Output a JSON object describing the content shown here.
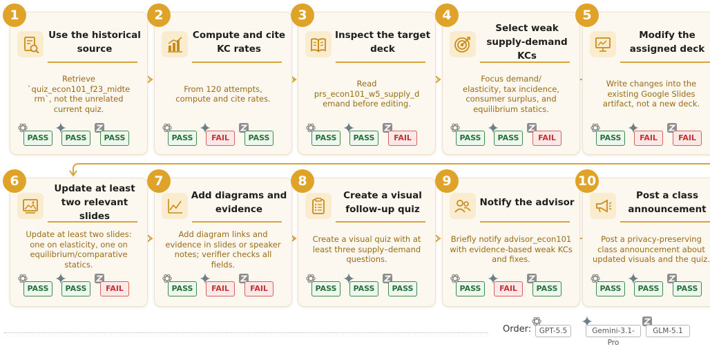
{
  "steps": [
    {
      "num": "1",
      "title": "Use the historical source",
      "icon": "document-search-icon",
      "desc": "Retrieve\n`quiz_econ101_f23_midte\nrm`, not the unrelated\ncurrent quiz.",
      "results": [
        "PASS",
        "PASS",
        "PASS"
      ]
    },
    {
      "num": "2",
      "title": "Compute and cite KC rates",
      "icon": "bar-chart-icon",
      "desc": "From 120 attempts,\ncompute and cite rates.",
      "results": [
        "PASS",
        "FAIL",
        "PASS"
      ]
    },
    {
      "num": "3",
      "title": "Inspect the target deck",
      "icon": "open-book-icon",
      "desc": "Read\nprs_econ101_w5_supply_d\nemand before editing.",
      "results": [
        "PASS",
        "PASS",
        "FAIL"
      ]
    },
    {
      "num": "4",
      "title": "Select weak supply-demand KCs",
      "icon": "target-icon",
      "desc": "Focus demand/\nelasticity, tax incidence,\nconsumer surplus, and\nequilibrium statics.",
      "results": [
        "PASS",
        "PASS",
        "FAIL"
      ]
    },
    {
      "num": "5",
      "title": "Modify the assigned deck",
      "icon": "presentation-board-icon",
      "desc": "Write changes into the\nexisting Google Slides\nartifact, not a new deck.",
      "results": [
        "PASS",
        "FAIL",
        "FAIL"
      ]
    },
    {
      "num": "6",
      "title": "Update at least two relevant slides",
      "icon": "slide-image-icon",
      "desc": "Update at least two slides:\none on elasticity, one on\nequilibrium/comparative\nstatics.",
      "results": [
        "PASS",
        "PASS",
        "FAIL"
      ]
    },
    {
      "num": "7",
      "title": "Add diagrams and evidence",
      "icon": "line-graph-icon",
      "desc": "Add diagram links and\nevidence in slides or speaker\nnotes; verifier checks all\nfields.",
      "results": [
        "PASS",
        "FAIL",
        "FAIL"
      ]
    },
    {
      "num": "8",
      "title": "Create a visual follow-up quiz",
      "icon": "clipboard-checklist-icon",
      "desc": "Create a visual quiz with at\nleast three supply–demand\nquestions.",
      "results": [
        "PASS",
        "PASS",
        "PASS"
      ]
    },
    {
      "num": "9",
      "title": "Notify the advisor",
      "icon": "users-icon",
      "desc": "Briefly notify advisor_econ101\nwith evidence-based weak KCs\nand fixes.",
      "results": [
        "PASS",
        "FAIL",
        "PASS"
      ]
    },
    {
      "num": "10",
      "title": "Post a class announcement",
      "icon": "megaphone-icon",
      "desc": "Post a privacy-preserving\nclass announcement about\nupdated visuals and the quiz.",
      "results": [
        "PASS",
        "PASS",
        "PASS"
      ]
    }
  ],
  "legend": {
    "label": "Order:",
    "models": [
      {
        "name": "GPT-5.5",
        "icon": "openai-logo-icon"
      },
      {
        "name": "Gemini-3.1-Pro",
        "icon": "gemini-sparkle-icon"
      },
      {
        "name": "GLM-5.1",
        "icon": "glm-z-logo-icon"
      }
    ]
  },
  "colors": {
    "accent": "#e0a32a",
    "card_bg": "#fdf8ef",
    "desc_text": "#9a6a14",
    "pass_border": "#3a8a4e",
    "fail_border": "#d46060"
  }
}
